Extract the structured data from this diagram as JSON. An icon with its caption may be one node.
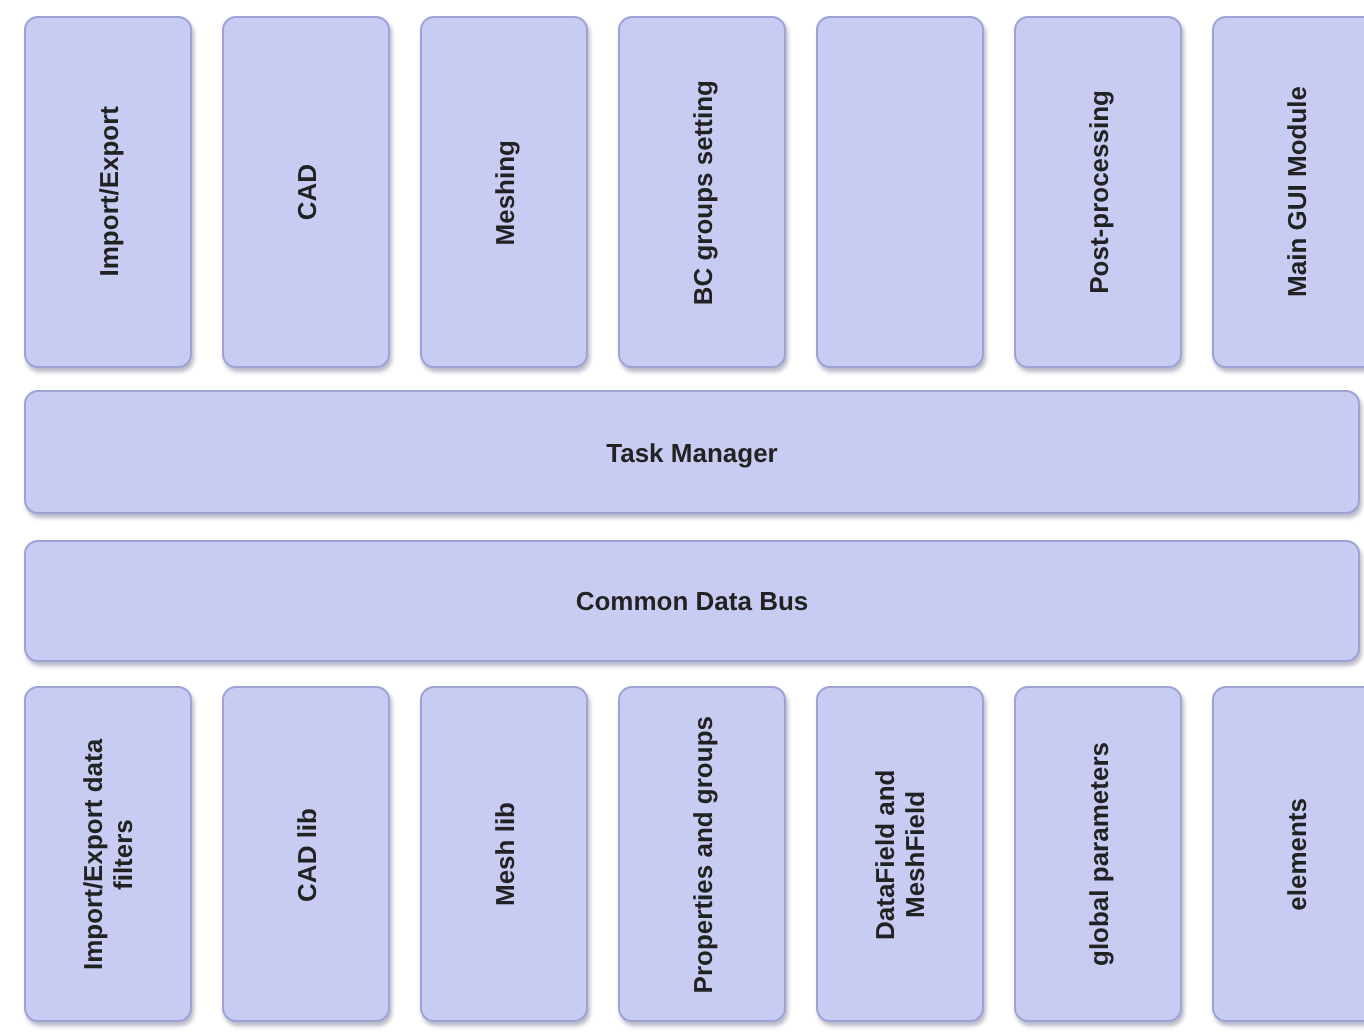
{
  "diagram": {
    "nodes": [
      {
        "text": [
          "Import/Export"
        ]
      },
      {
        "text": [
          "CAD"
        ]
      },
      {
        "text": [
          "Meshing"
        ]
      },
      {
        "text": [
          "BC groups setting"
        ]
      },
      {
        "text": [],
        "shape": "box"
      },
      {
        "text": [
          "Post-processing"
        ]
      },
      {
        "text": [
          "Main GUI Module"
        ]
      },
      {
        "text": [
          "Task Manager"
        ]
      },
      {
        "text": [
          "Common Data Bus"
        ]
      },
      {
        "text": [
          "Import/Export data filters"
        ]
      },
      {
        "text": [
          "CAD lib"
        ]
      },
      {
        "text": [
          "Mesh lib"
        ]
      },
      {
        "text": [
          "Properties and groups"
        ]
      },
      {
        "text": [
          "DataField and MeshField"
        ]
      },
      {
        "text": [
          "global parameters"
        ]
      },
      {
        "text": [
          "elements"
        ]
      }
    ]
  }
}
